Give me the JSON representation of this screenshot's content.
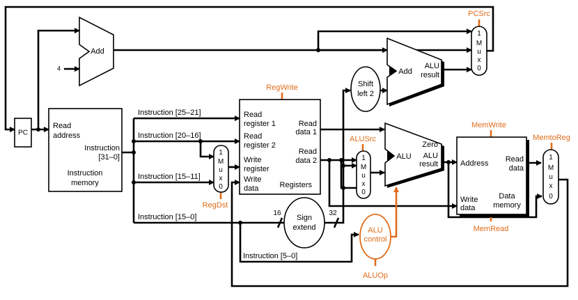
{
  "components": {
    "pc": "PC",
    "add_top": "Add",
    "const_four": "4",
    "imem_read_address_1": "Read",
    "imem_read_address_2": "address",
    "imem_instruction_1": "Instruction",
    "imem_instruction_2": "[31–0]",
    "imem_title_1": "Instruction",
    "imem_title_2": "memory",
    "reg_read1_a": "Read",
    "reg_read1_b": "register 1",
    "reg_read2_a": "Read",
    "reg_read2_b": "register 2",
    "reg_write_a": "Write",
    "reg_write_b": "register",
    "reg_wdata_a": "Write",
    "reg_wdata_b": "data",
    "reg_rdata1_a": "Read",
    "reg_rdata1_b": "data 1",
    "reg_rdata2_a": "Read",
    "reg_rdata2_b": "data 2",
    "reg_title": "Registers",
    "shift_1": "Shift",
    "shift_2": "left 2",
    "add_branch": "Add",
    "add_branch_result_1": "ALU",
    "add_branch_result_2": "result",
    "alu": "ALU",
    "alu_zero": "Zero",
    "alu_result_1": "ALU",
    "alu_result_2": "result",
    "dmem_address": "Address",
    "dmem_read_1": "Read",
    "dmem_read_2": "data",
    "dmem_write_1": "Write",
    "dmem_write_2": "data",
    "dmem_title_1": "Data",
    "dmem_title_2": "memory",
    "sign_1": "Sign",
    "sign_2": "extend",
    "alu_control_1": "ALU",
    "alu_control_2": "control",
    "mux_1": "1",
    "mux_m": "M",
    "mux_u": "u",
    "mux_x": "x",
    "mux_0": "0",
    "bits_16": "16",
    "bits_32": "32"
  },
  "wires": {
    "instr_25_21": "Instruction [25–21]",
    "instr_20_16": "Instruction [20–16]",
    "instr_15_11": "Instruction [15–11]",
    "instr_15_0": "Instruction [15–0]",
    "instr_5_0": "Instruction [5–0]"
  },
  "control_signals": {
    "pcsrc": "PCSrc",
    "regwrite": "RegWrite",
    "alusrc": "ALUSrc",
    "memwrite": "MemWrite",
    "memtoreg": "MemtoReg",
    "regdst": "RegDst",
    "memread": "MemRead",
    "aluop": "ALUOp"
  },
  "colors": {
    "wire": "#000000",
    "control": "#e06c1a",
    "background": "#ffffff"
  }
}
